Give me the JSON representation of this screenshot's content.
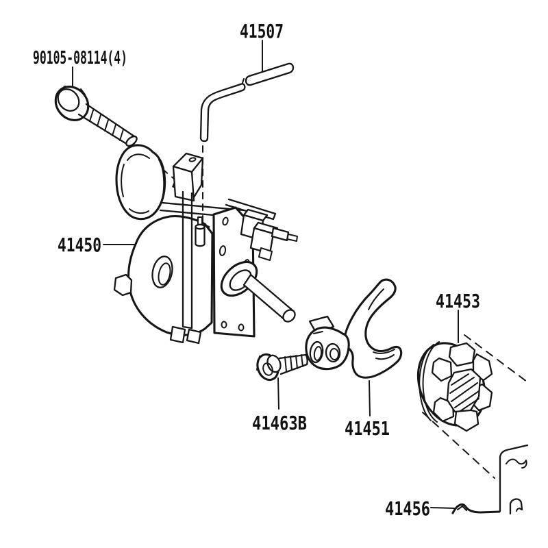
{
  "diagram": {
    "type": "exploded-parts-diagram",
    "colors": {
      "ink": "#161616",
      "paper": "#ffffff"
    },
    "parts": {
      "bolt_90105": {
        "label": "90105-08114(4)"
      },
      "hose_41507": {
        "label": "41507"
      },
      "actuator_41450": {
        "label": "41450"
      },
      "hub_41453": {
        "label": "41453"
      },
      "bolt_41463b": {
        "label": "41463B"
      },
      "fork_41451": {
        "label": "41451"
      },
      "case_41456": {
        "label": "41456"
      }
    }
  }
}
